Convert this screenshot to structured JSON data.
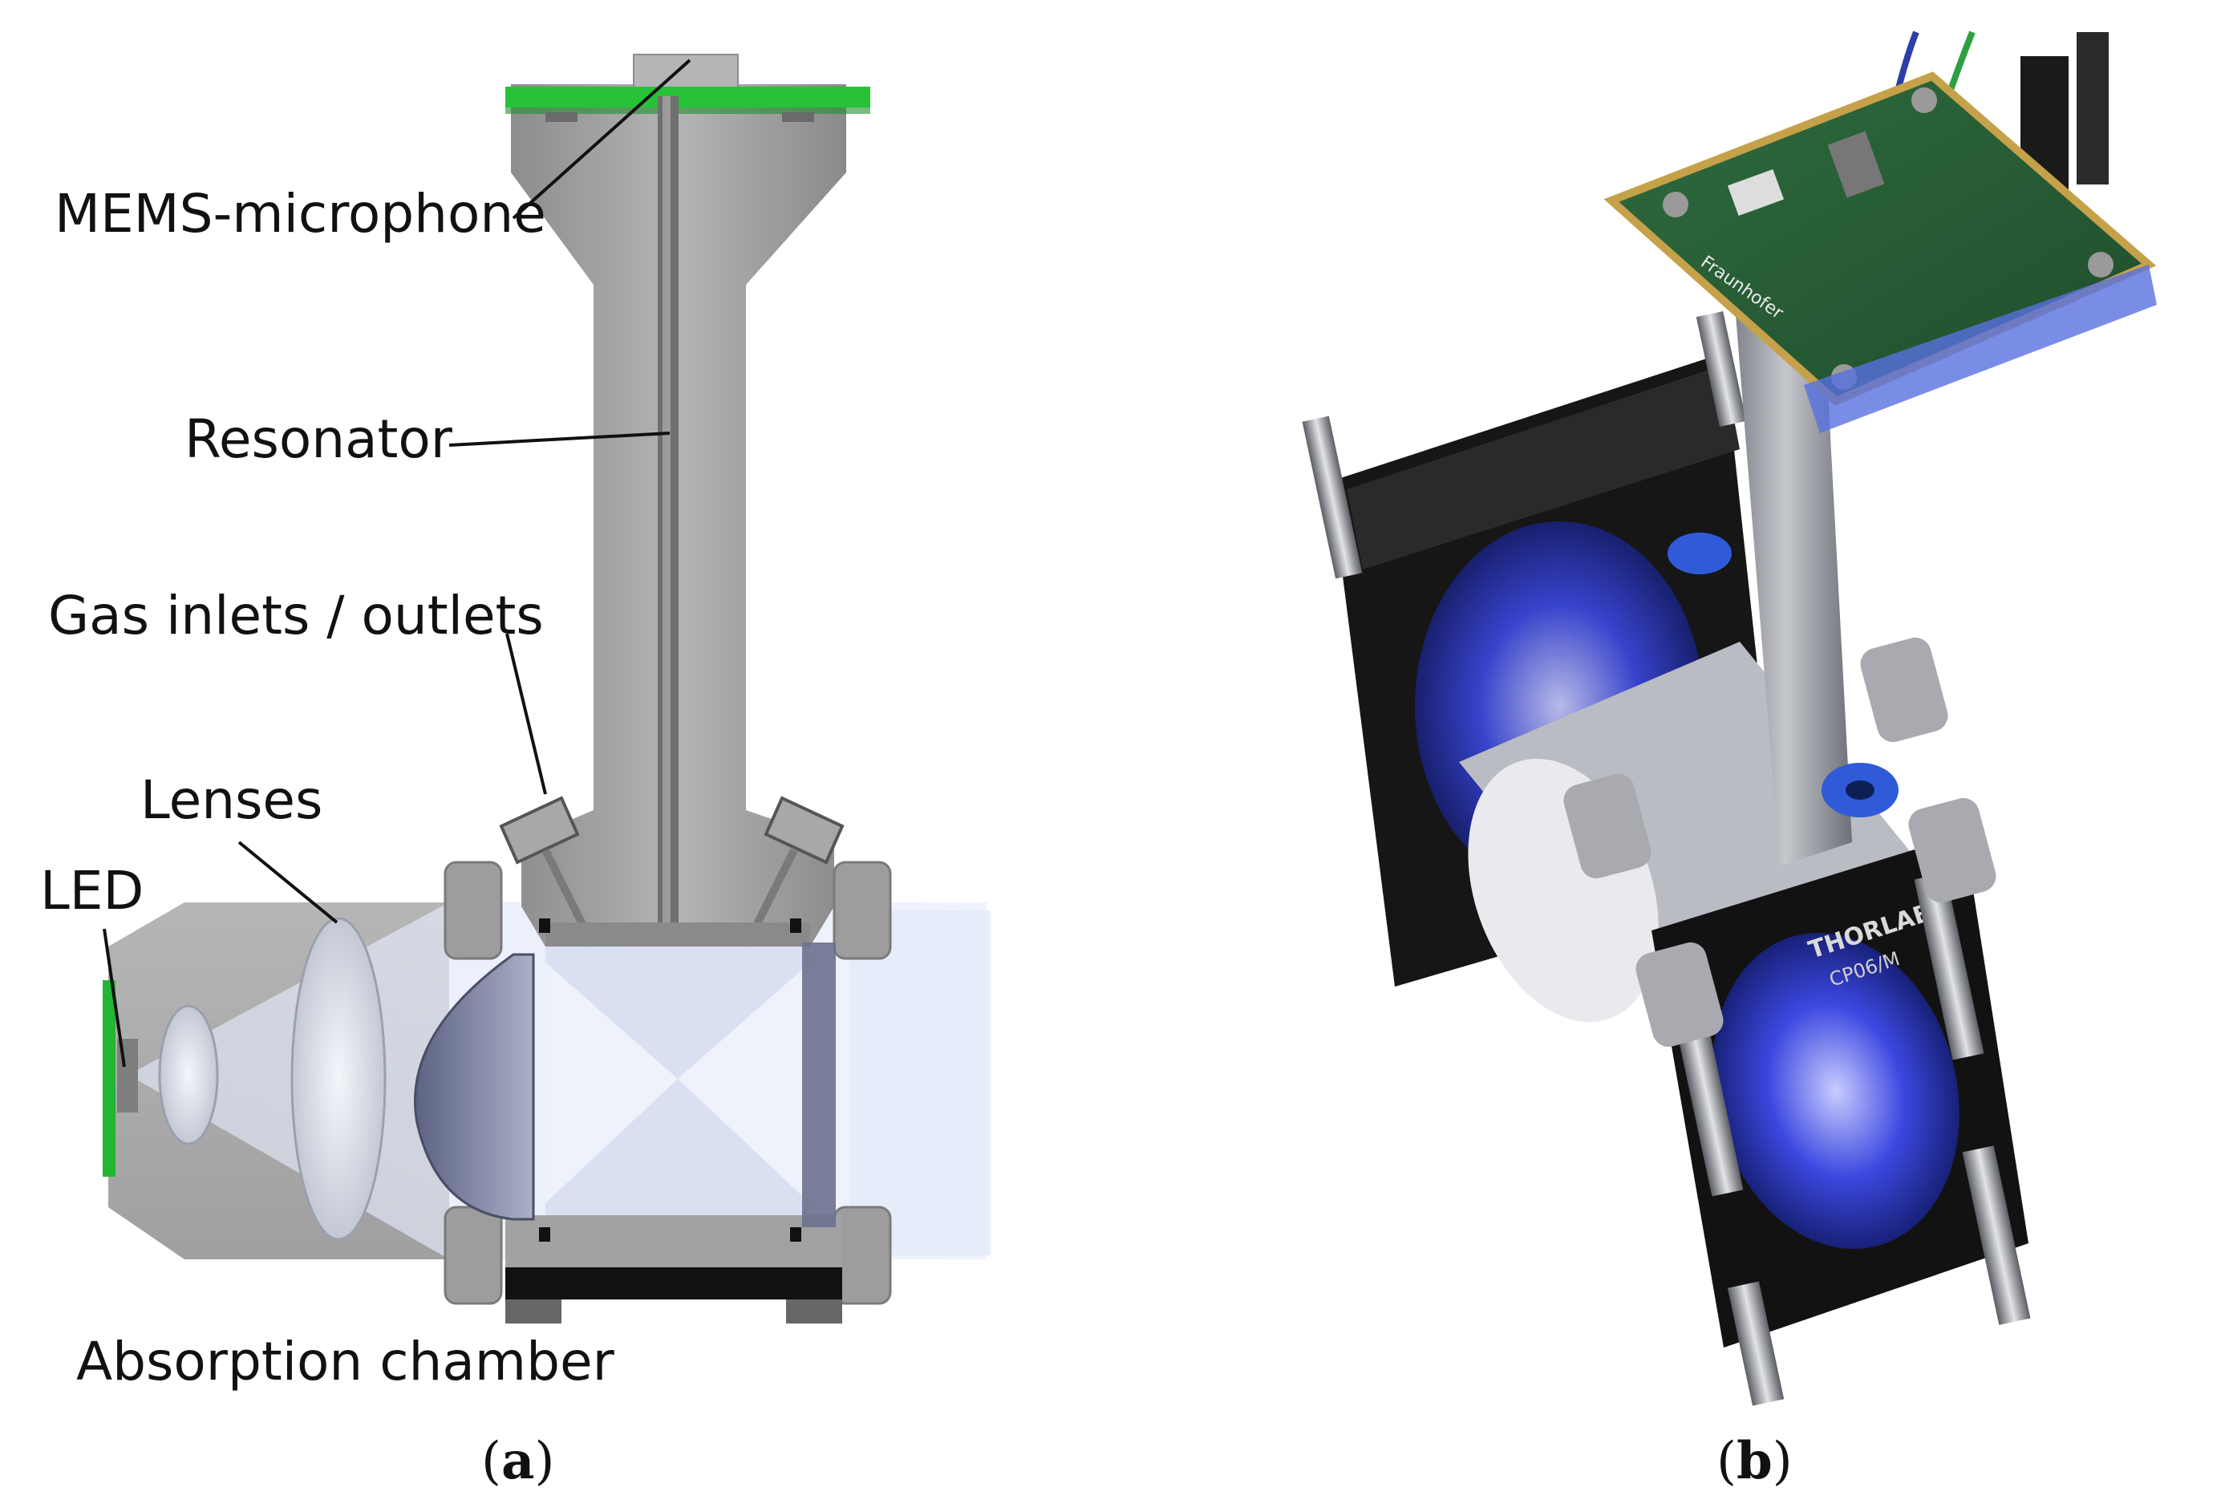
{
  "panel_a": {
    "labels": {
      "mems": "MEMS-microphone",
      "resonator": "Resonator",
      "gas": "Gas inlets / outlets",
      "lenses": "Lenses",
      "led": "LED",
      "chamber": "Absorption chamber"
    },
    "caption": "a"
  },
  "panel_b": {
    "caption": "b",
    "board_brand": "Fraunhofer",
    "mount_brand": "THORLABS",
    "mount_model": "CP06/M"
  },
  "colors": {
    "pcb_green": "#22bb33",
    "metal": "#9a9a9a",
    "led_blue": "#2f3fd8",
    "black_mount": "#141414"
  }
}
